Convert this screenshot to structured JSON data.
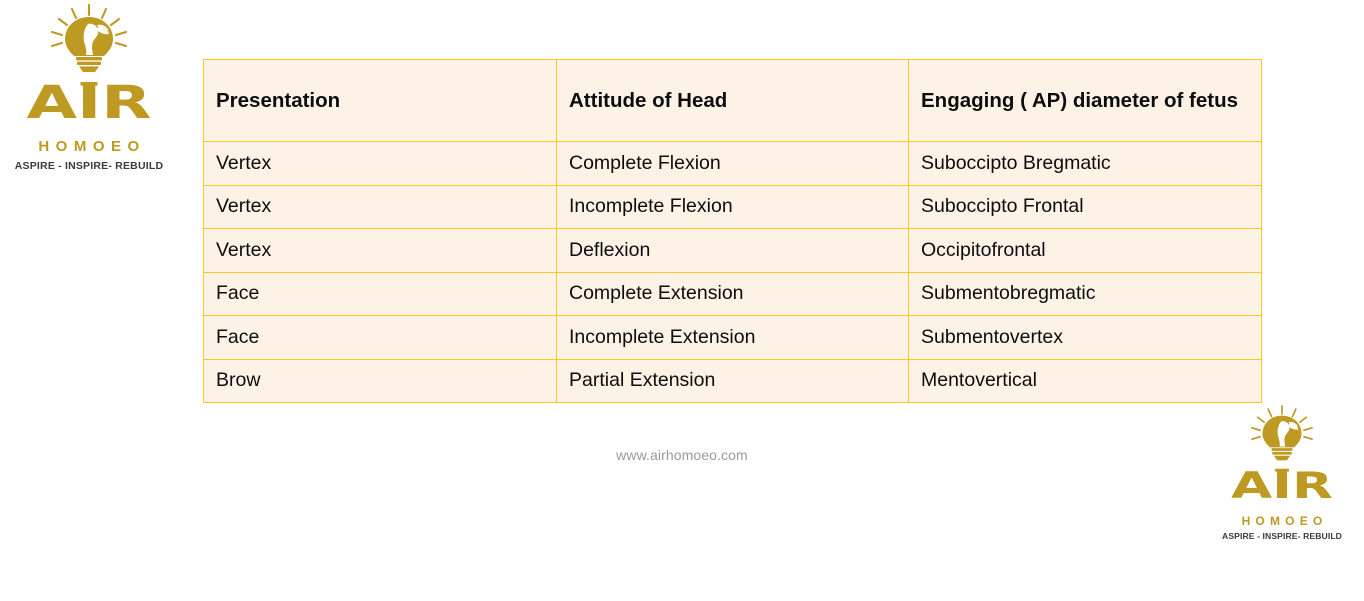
{
  "brand": {
    "wordmark": "AIR",
    "wordmark_letters": {
      "a": "A",
      "i": "I",
      "r": "R"
    },
    "subname": "HOMOEO",
    "tagline": "ASPIRE - INSPIRE- REBUILD",
    "gold": "#BE9A22",
    "tagline_color": "#3b3b3b"
  },
  "watermark": {
    "text": "www.airhomoeo.com",
    "color": "#9a9a9a"
  },
  "table": {
    "border_color": "#FFC524",
    "cell_background": "#FDF2E6",
    "headers": [
      "Presentation",
      "Attitude of Head",
      "Engaging ( AP) diameter of fetus"
    ],
    "rows": [
      {
        "presentation": "Vertex",
        "attitude": "Complete Flexion",
        "diameter": "Suboccipto Bregmatic"
      },
      {
        "presentation": "Vertex",
        "attitude": "Incomplete Flexion",
        "diameter": "Suboccipto Frontal"
      },
      {
        "presentation": "Vertex",
        "attitude": "Deflexion",
        "diameter": "Occipitofrontal"
      },
      {
        "presentation": "Face",
        "attitude": "Complete Extension",
        "diameter": "Submentobregmatic"
      },
      {
        "presentation": "Face",
        "attitude": "Incomplete Extension",
        "diameter": "Submentovertex"
      },
      {
        "presentation": "Brow",
        "attitude": "Partial Extension",
        "diameter": "Mentovertical"
      }
    ]
  }
}
